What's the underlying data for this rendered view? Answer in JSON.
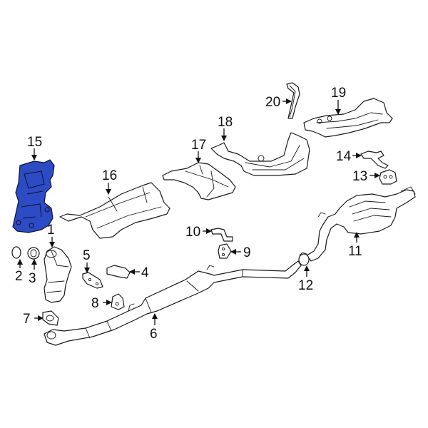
{
  "diagram": {
    "type": "exploded-parts-diagram",
    "subject": "exhaust system components",
    "highlight_color": "#2d4bc4",
    "highlighted_part": "15",
    "callouts": [
      {
        "id": "1",
        "label": "1",
        "part": "catalytic converter / manifold"
      },
      {
        "id": "2",
        "label": "2",
        "part": "gasket ring"
      },
      {
        "id": "3",
        "label": "3",
        "part": "clamp"
      },
      {
        "id": "4",
        "label": "4",
        "part": "bracket"
      },
      {
        "id": "5",
        "label": "5",
        "part": "bracket"
      },
      {
        "id": "6",
        "label": "6",
        "part": "front pipe with resonator"
      },
      {
        "id": "7",
        "label": "7",
        "part": "flange gasket"
      },
      {
        "id": "8",
        "label": "8",
        "part": "hanger insulator"
      },
      {
        "id": "9",
        "label": "9",
        "part": "hanger insulator"
      },
      {
        "id": "10",
        "label": "10",
        "part": "hanger bracket"
      },
      {
        "id": "11",
        "label": "11",
        "part": "rear muffler"
      },
      {
        "id": "12",
        "label": "12",
        "part": "clamp"
      },
      {
        "id": "13",
        "label": "13",
        "part": "hanger insulator"
      },
      {
        "id": "14",
        "label": "14",
        "part": "hanger bracket"
      },
      {
        "id": "15",
        "label": "15",
        "part": "heat shield (highlighted)"
      },
      {
        "id": "16",
        "label": "16",
        "part": "heat shield"
      },
      {
        "id": "17",
        "label": "17",
        "part": "heat shield"
      },
      {
        "id": "18",
        "label": "18",
        "part": "heat shield"
      },
      {
        "id": "19",
        "label": "19",
        "part": "heat shield"
      },
      {
        "id": "20",
        "label": "20",
        "part": "seal strip"
      }
    ]
  }
}
